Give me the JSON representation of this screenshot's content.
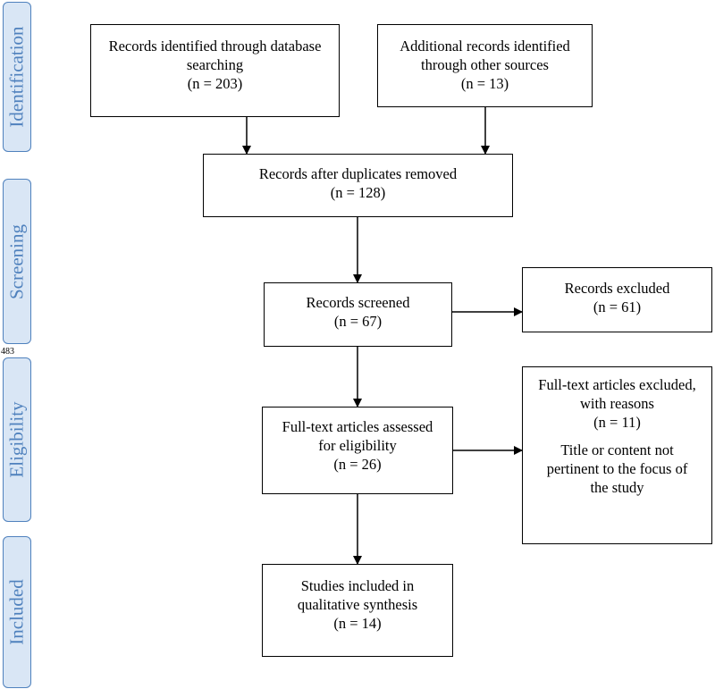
{
  "phases": {
    "identification": "Identification",
    "screening": "Screening",
    "eligibility": "Eligibility",
    "included": "Included"
  },
  "stray_text": "483",
  "boxes": {
    "database": {
      "lines": [
        "Records identified through database",
        "searching",
        "(n = 203)"
      ]
    },
    "other_sources": {
      "lines": [
        "Additional records identified",
        "through other sources",
        "(n = 13)"
      ]
    },
    "duplicates_removed": {
      "lines": [
        "Records after duplicates removed",
        "(n = 128)"
      ]
    },
    "screened": {
      "lines": [
        "Records screened",
        "(n = 67)"
      ]
    },
    "excluded": {
      "lines": [
        "Records excluded",
        "(n = 61)"
      ]
    },
    "fulltext_assessed": {
      "lines": [
        "Full-text articles assessed",
        "for eligibility",
        "(n = 26)"
      ]
    },
    "fulltext_excluded": {
      "lines": [
        "Full-text articles excluded,",
        "with reasons",
        "(n = 11)"
      ],
      "reason_lines": [
        "Title or content not",
        "pertinent to the focus of",
        "the study"
      ]
    },
    "included": {
      "lines": [
        "Studies included in",
        "qualitative synthesis",
        "(n = 14)"
      ]
    }
  }
}
